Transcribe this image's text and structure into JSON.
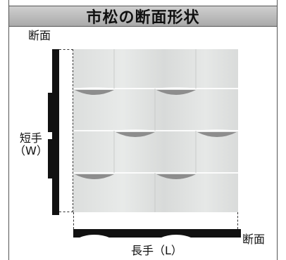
{
  "title": "市松の断面形状",
  "labels": {
    "top_section": "断面",
    "short_side": "短手",
    "short_side_code": "（W）",
    "right_section": "断面",
    "long_side": "長手（L）"
  },
  "colors": {
    "title_bar": "#bdbdbd",
    "profile": "#111111",
    "tile": "#e0e2e1",
    "groove": "#8d8d8d"
  }
}
